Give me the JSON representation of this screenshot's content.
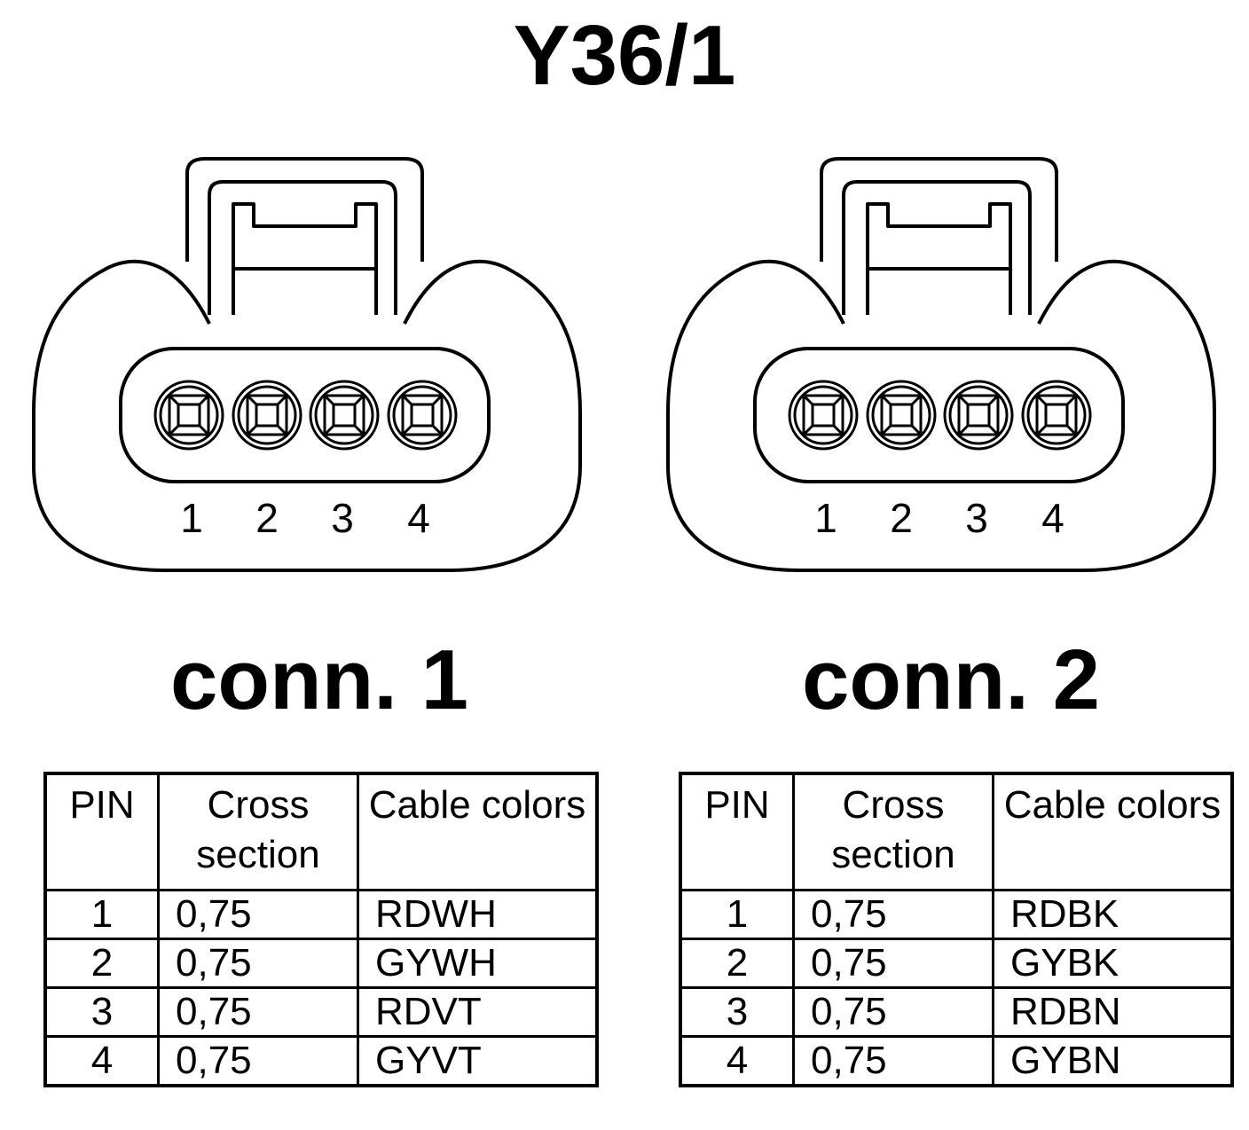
{
  "title": "Y36/1",
  "connectors": [
    {
      "label": "conn. 1",
      "pin_numbers": [
        "1",
        "2",
        "3",
        "4"
      ],
      "table": {
        "headers": {
          "pin": "PIN",
          "cross_section": "Cross section",
          "cable_colors": "Cable colors"
        },
        "rows": [
          {
            "pin": "1",
            "cross_section": "0,75",
            "color": "RDWH"
          },
          {
            "pin": "2",
            "cross_section": "0,75",
            "color": "GYWH"
          },
          {
            "pin": "3",
            "cross_section": "0,75",
            "color": "RDVT"
          },
          {
            "pin": "4",
            "cross_section": "0,75",
            "color": "GYVT"
          }
        ]
      }
    },
    {
      "label": "conn. 2",
      "pin_numbers": [
        "1",
        "2",
        "3",
        "4"
      ],
      "table": {
        "headers": {
          "pin": "PIN",
          "cross_section": "Cross section",
          "cable_colors": "Cable colors"
        },
        "rows": [
          {
            "pin": "1",
            "cross_section": "0,75",
            "color": "RDBK"
          },
          {
            "pin": "2",
            "cross_section": "0,75",
            "color": "GYBK"
          },
          {
            "pin": "3",
            "cross_section": "0,75",
            "color": "RDBN"
          },
          {
            "pin": "4",
            "cross_section": "0,75",
            "color": "GYBN"
          }
        ]
      }
    }
  ]
}
